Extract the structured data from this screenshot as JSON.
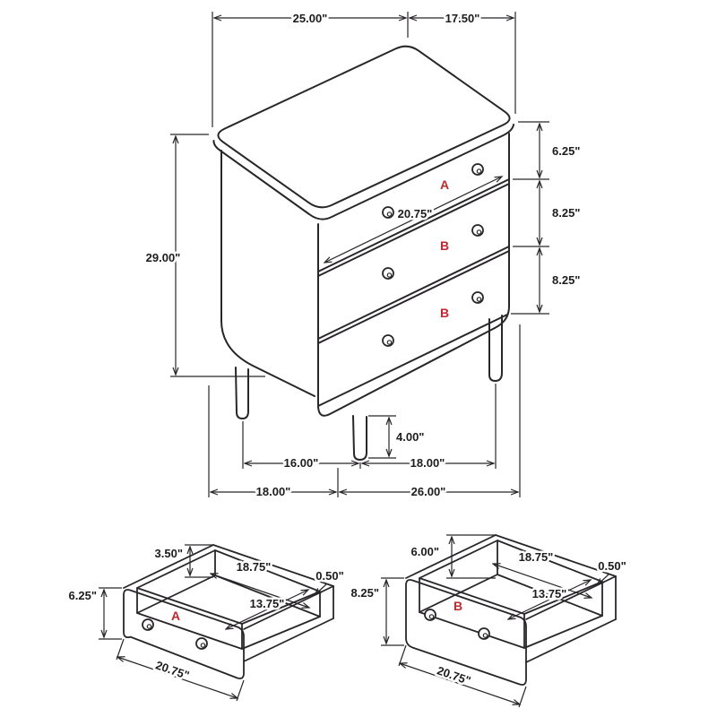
{
  "colors": {
    "line": "#29262a",
    "accent_red": "#c1272d",
    "background": "#ffffff"
  },
  "main_view": {
    "description": "3-drawer chest isometric dimension drawing",
    "drawer_labels": {
      "top": "A",
      "middle": "B",
      "bottom": "B"
    },
    "dimensions": {
      "top_depth": "25.00\"",
      "top_width": "17.50\"",
      "overall_height": "29.00\"",
      "top_drawer_height": "6.25\"",
      "middle_drawer_height": "8.25\"",
      "bottom_drawer_height": "8.25\"",
      "drawer_front_width": "20.75\"",
      "leg_height": "4.00\"",
      "leg_spacing_depth": "16.00\"",
      "leg_spacing_width": "18.00\"",
      "base_depth": "18.00\"",
      "base_width": "26.00\""
    }
  },
  "drawer_a_view": {
    "label": "A",
    "dimensions": {
      "back_height": "3.50\"",
      "interior_width": "18.75\"",
      "wall_thickness": "0.50\"",
      "front_height": "6.25\"",
      "interior_depth": "13.75\"",
      "front_width": "20.75\""
    }
  },
  "drawer_b_view": {
    "label": "B",
    "dimensions": {
      "back_height": "6.00\"",
      "interior_width": "18.75\"",
      "wall_thickness": "0.50\"",
      "front_height": "8.25\"",
      "interior_depth": "13.75\"",
      "front_width": "20.75\""
    }
  }
}
